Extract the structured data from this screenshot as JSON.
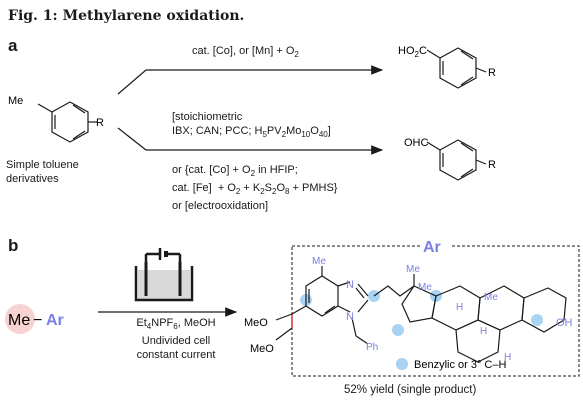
{
  "figure_title": "Fig. 1: Methylarene oxidation.",
  "panel_a": {
    "label": "a",
    "top_reagents": "cat. [Co], or [Mn] + O",
    "top_sub": "2",
    "substrate_methyl": "Me",
    "substrate_r": "R",
    "substrate_caption_line1": "Simple toluene",
    "substrate_caption_line2": "derivatives",
    "acid_group": "HO",
    "acid_sub": "2",
    "acid_c": "C",
    "aldehyde_group": "OHC",
    "product_r": "R",
    "stoich_line1": "[stoichiometric",
    "stoich_line2": "IBX; CAN; PCC; H5PV2Mo10O40]",
    "catalytic_line1": "or {cat. [Co] + O2 in HFIP;",
    "catalytic_line2": "cat. [Fe] + O2 + K2S2O8 + PMHS}",
    "catalytic_line3": "or [electrooxidation]"
  },
  "panel_b": {
    "label": "b",
    "me": "Me",
    "dash": "−",
    "ar": "Ar",
    "reagent_line1": "Et4NPF6, MeOH",
    "reagent_line2": "Undivided cell",
    "reagent_line3": "constant current",
    "box_label": "Ar",
    "meo_top": "MeO",
    "meo_bottom": "MeO",
    "n_top": "N",
    "n_bottom": "N",
    "me_aryl": "Me",
    "me_chain": "Me",
    "me_steroid1": "Me",
    "me_steroid2": "Me",
    "h": "H",
    "oh": "OH",
    "ph": "Ph",
    "legend": "Benzylic or 3° C–H",
    "yield": "52% yield (single product)"
  },
  "colors": {
    "accent_blue": "#7b7fe0",
    "benzylic_dot": "#a9d3f2",
    "me_circle": "#f7d2d2",
    "red_bond": "#d2232a"
  }
}
